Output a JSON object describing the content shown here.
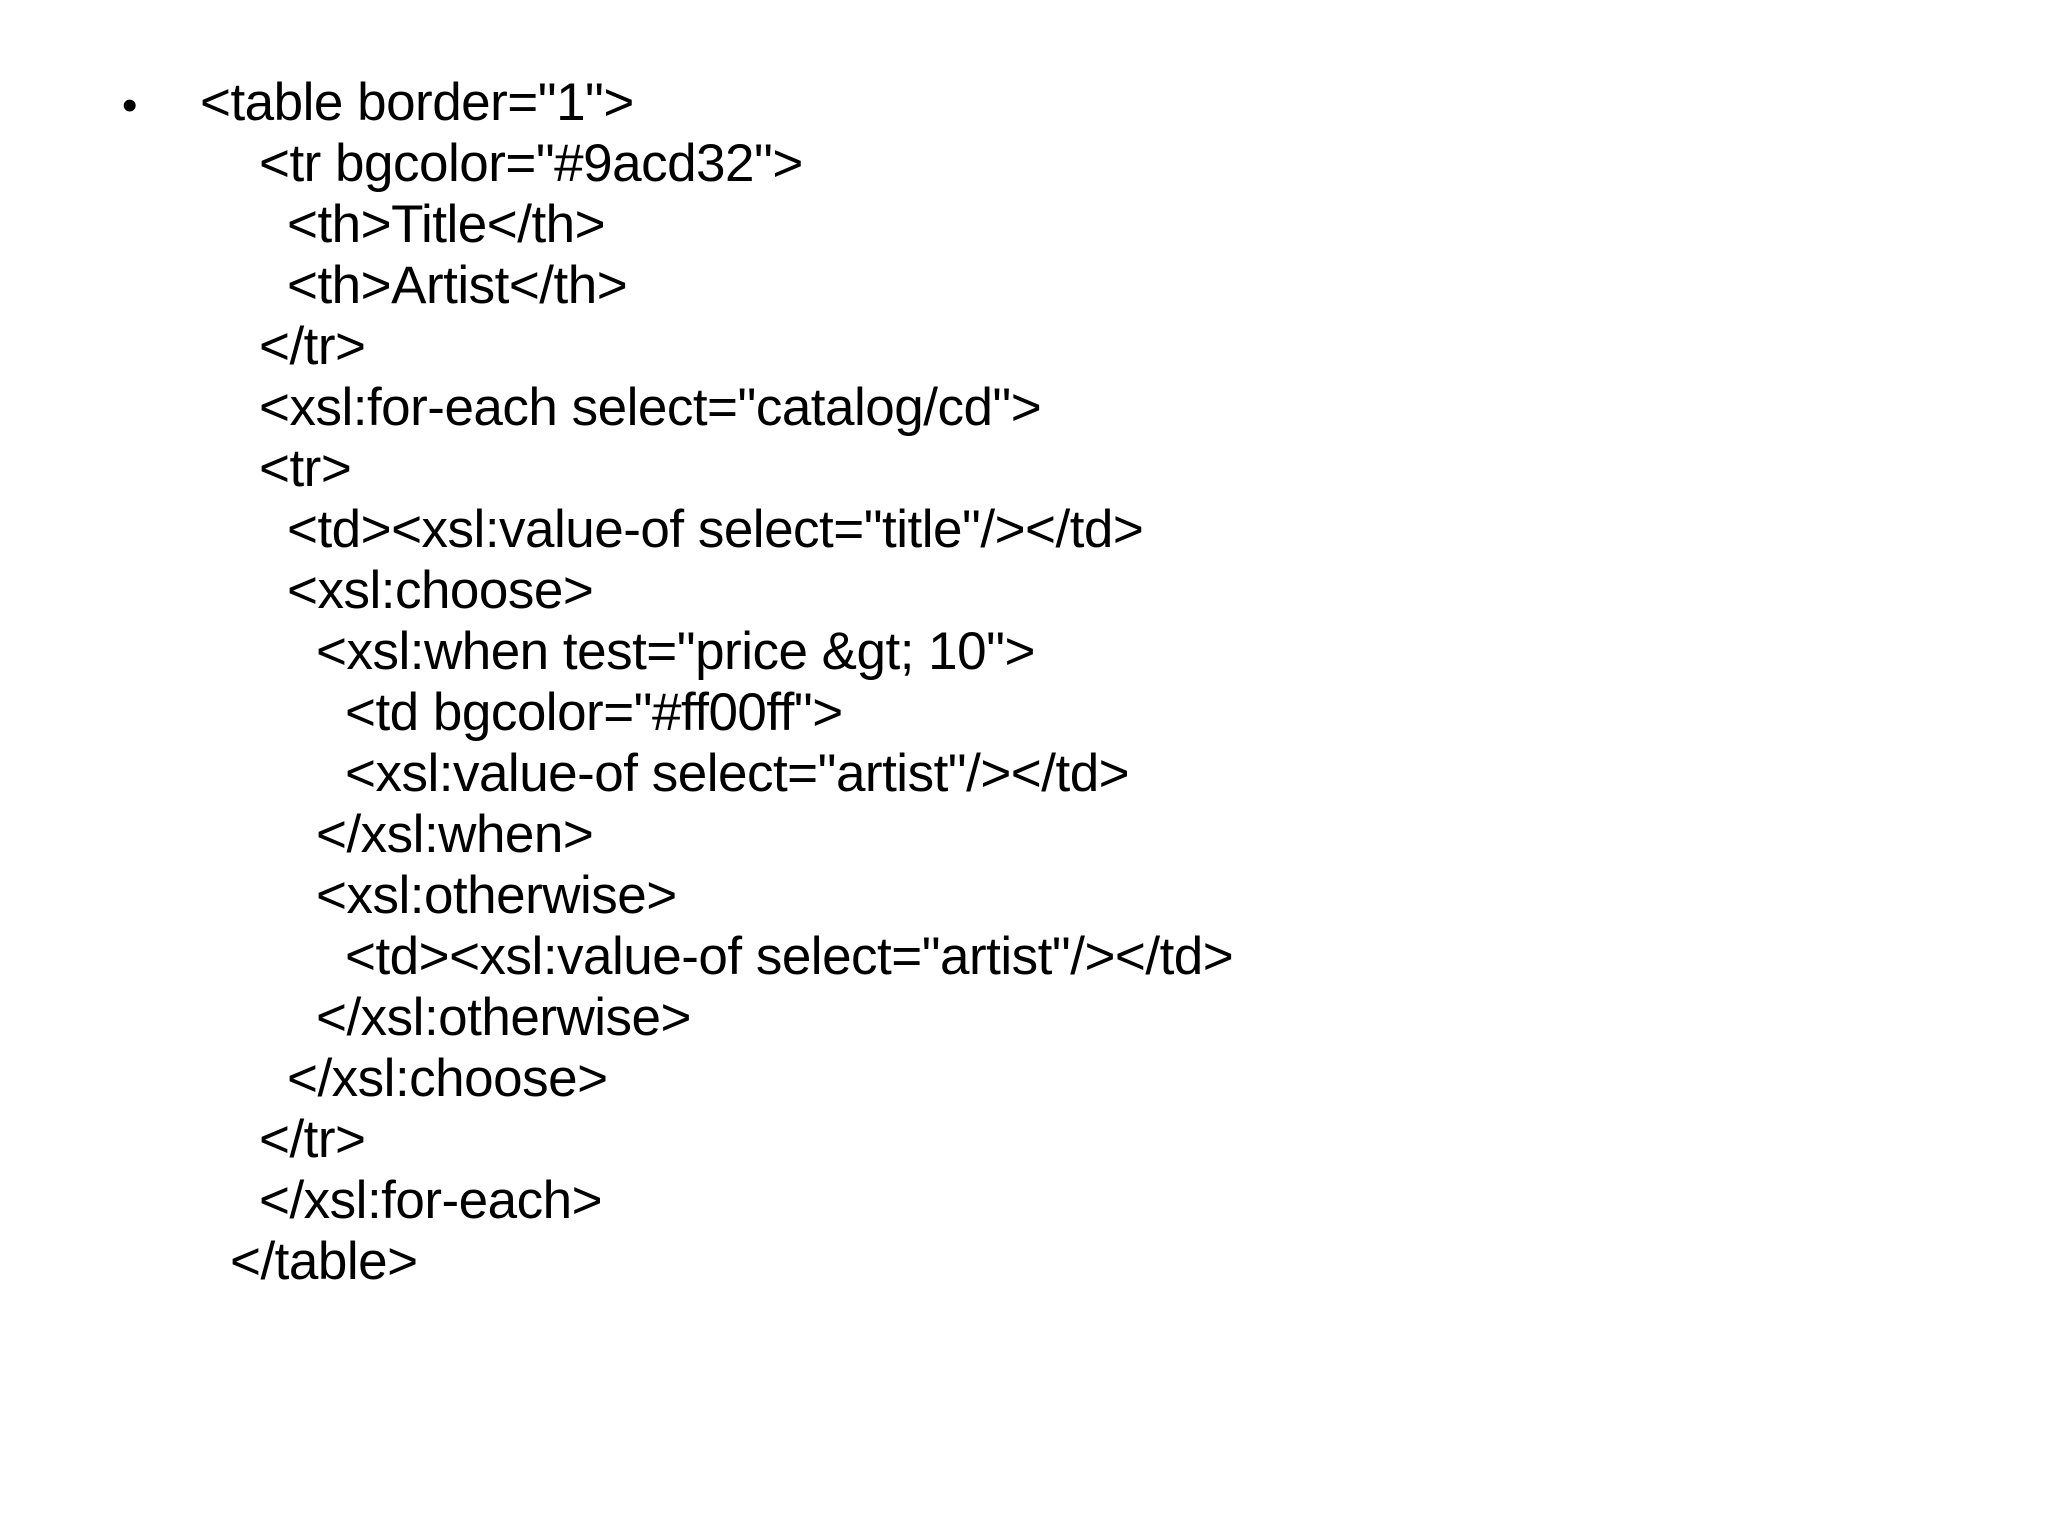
{
  "bullet_char": "•",
  "lines": [
    "<table border=\"1\">",
    "<tr bgcolor=\"#9acd32\">",
    "<th>Title</th>",
    "<th>Artist</th>",
    "</tr>",
    "<xsl:for-each select=\"catalog/cd\">",
    "<tr>",
    "<td><xsl:value-of select=\"title\"/></td>",
    "<xsl:choose>",
    "<xsl:when test=\"price &gt; 10\">",
    "<td bgcolor=\"#ff00ff\">",
    "<xsl:value-of select=\"artist\"/></td>",
    "</xsl:when>",
    "<xsl:otherwise>",
    "<td><xsl:value-of select=\"artist\"/></td>",
    "</xsl:otherwise>",
    "</xsl:choose>",
    "</tr>",
    "</xsl:for-each>",
    "</table>"
  ]
}
